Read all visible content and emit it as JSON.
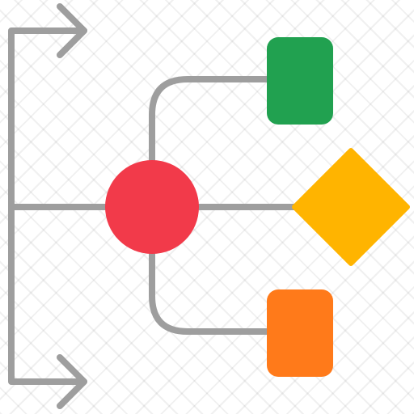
{
  "icon": {
    "name": "flowchart-diagram-icon",
    "colors": {
      "connector": "#9e9e9e",
      "start_node": "#f23a4a",
      "process_top": "#21a150",
      "decision": "#ffb400",
      "process_bottom": "#ff7a1a"
    },
    "nodes": [
      {
        "id": "start",
        "shape": "circle",
        "color_key": "start_node"
      },
      {
        "id": "process-top",
        "shape": "rounded-rectangle",
        "color_key": "process_top"
      },
      {
        "id": "decision",
        "shape": "diamond",
        "color_key": "decision"
      },
      {
        "id": "process-bottom",
        "shape": "rounded-rectangle",
        "color_key": "process_bottom"
      }
    ],
    "outputs": [
      {
        "id": "output-top",
        "shape": "arrow-right"
      },
      {
        "id": "output-bottom",
        "shape": "arrow-right"
      }
    ]
  }
}
